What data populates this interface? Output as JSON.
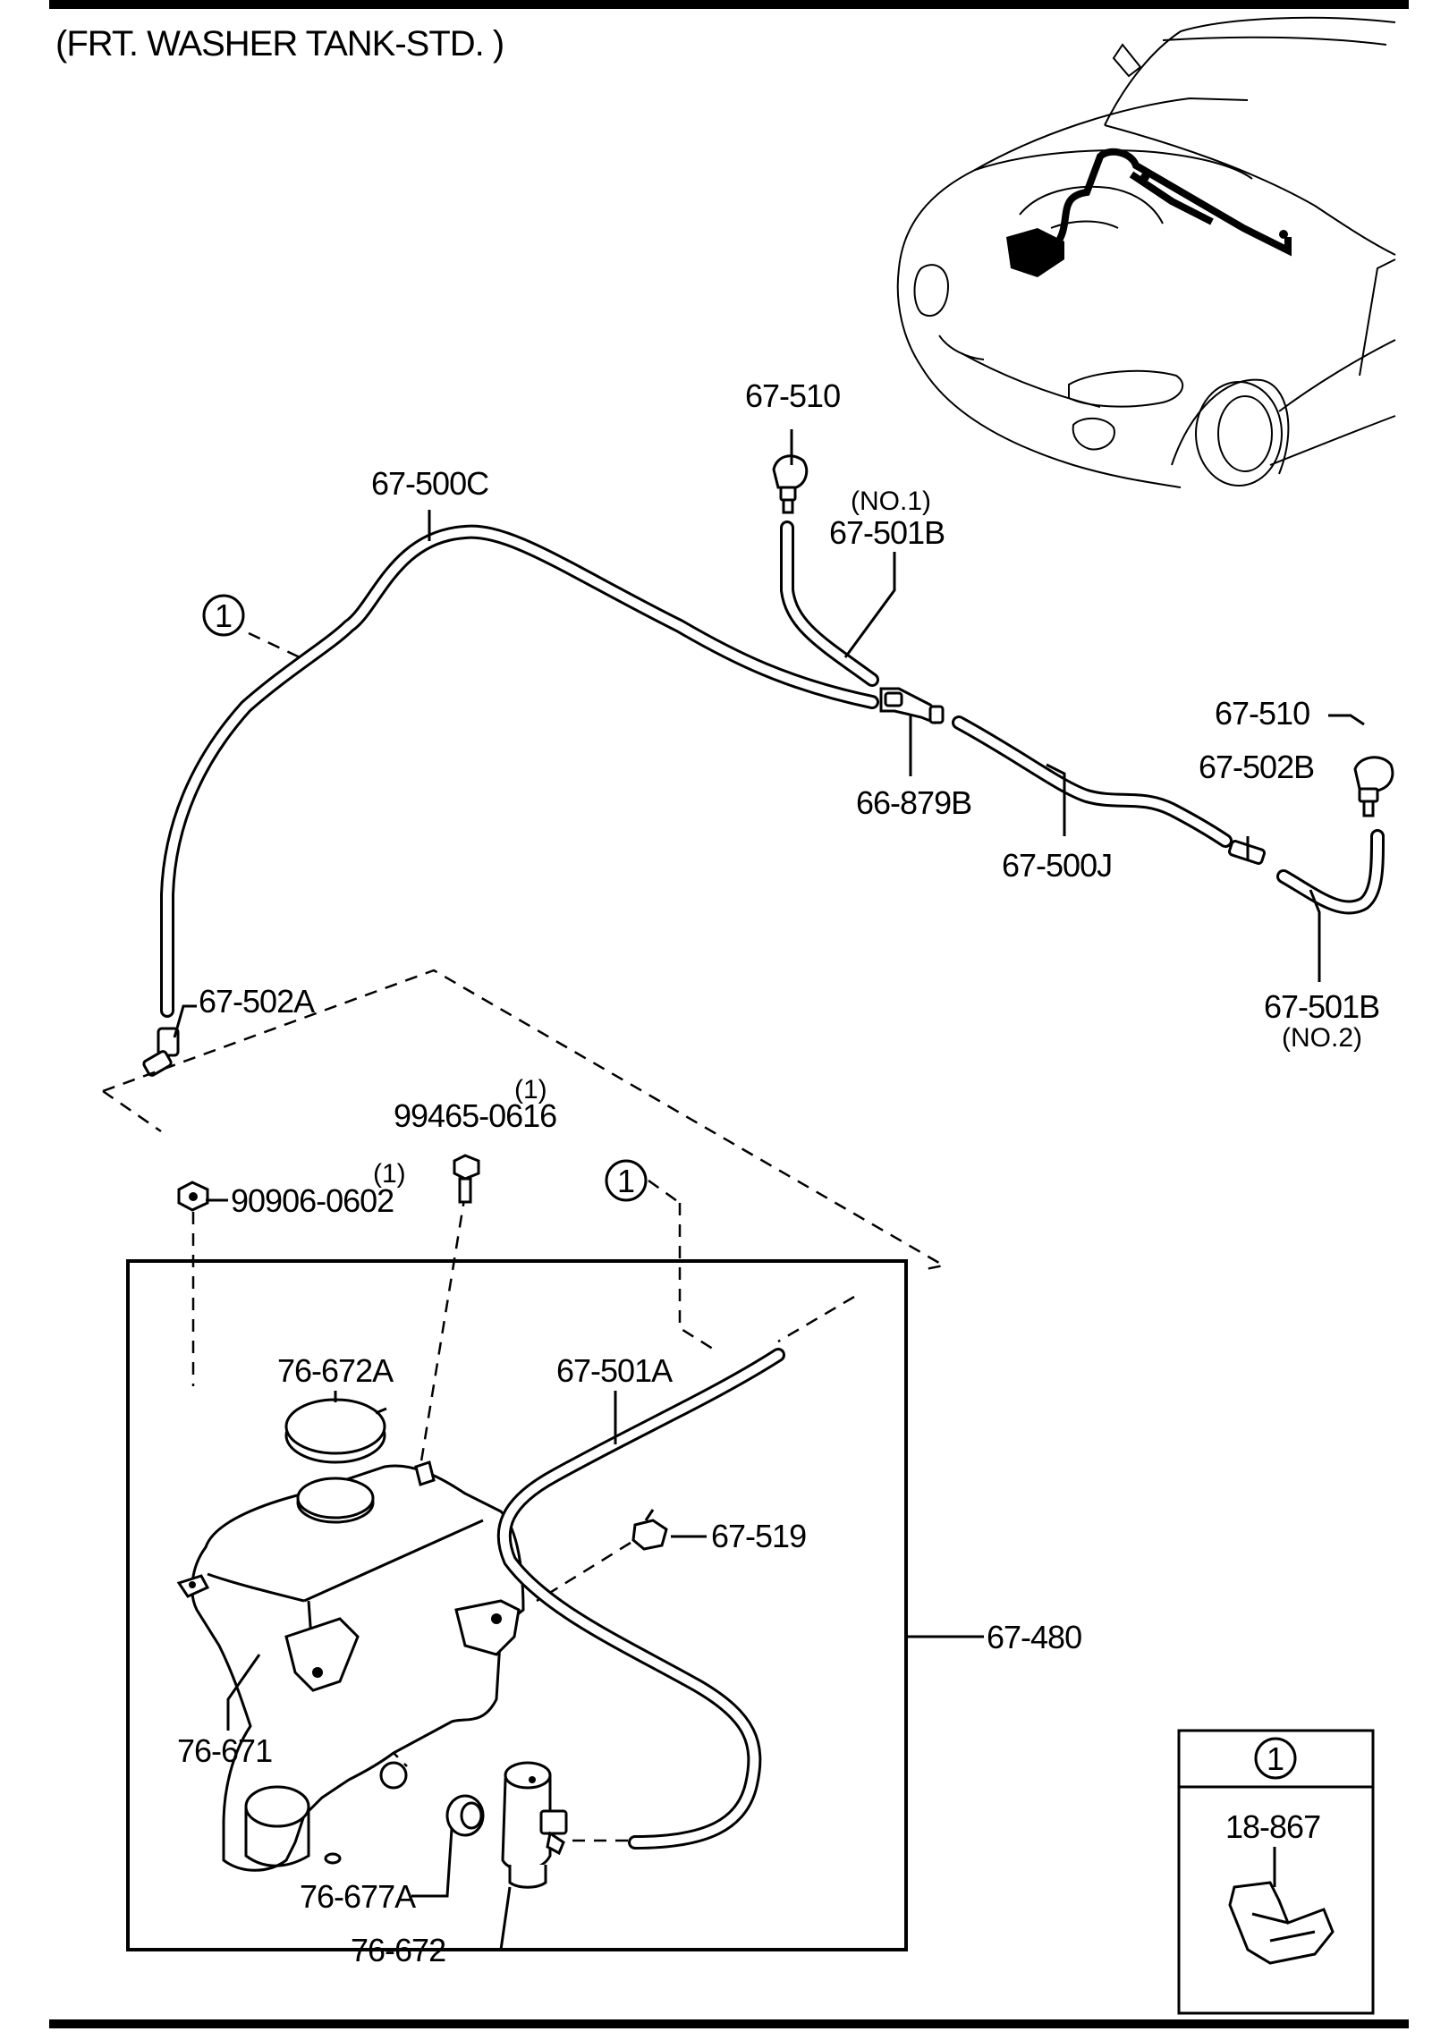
{
  "title": "(FRT. WASHER TANK-STD. )",
  "callouts": {
    "p67_510_top": "67-510",
    "p67_500c": "67-500C",
    "p67_501b_no1_note": "(NO.1)",
    "p67_501b_top": "67-501B",
    "p66_879b": "66-879B",
    "p67_500j": "67-500J",
    "p67_510_right": "67-510",
    "p67_502b": "67-502B",
    "p67_501b_bottom": "67-501B",
    "p67_501b_no2_note": "(NO.2)",
    "p67_502a": "67-502A",
    "p99465_qty": "(1)",
    "p99465": "99465-0616",
    "p90906_qty": "(1)",
    "p90906": "90906-0602",
    "p76_672a": "76-672A",
    "p67_501a": "67-501A",
    "p67_519": "67-519",
    "p67_480": "67-480",
    "p76_671": "76-671",
    "p76_677a": "76-677A",
    "p76_672": "76-672"
  },
  "ref_marks": {
    "circle_1": "1"
  },
  "legend": {
    "ref_mark": "1",
    "part": "18-867"
  }
}
